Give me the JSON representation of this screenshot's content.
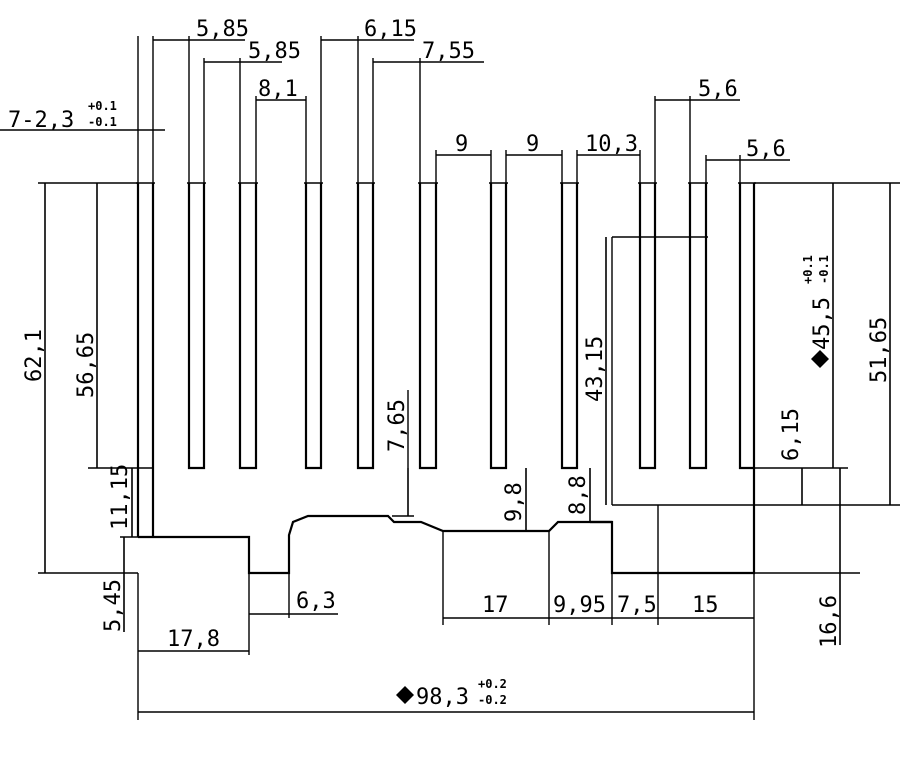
{
  "dimensions": {
    "gap_5_85_a": "5,85",
    "gap_5_85_b": "5,85",
    "gap_6_15": "6,15",
    "gap_8_1": "8,1",
    "gap_7_55": "7,55",
    "fin_thick_main": "7-2,3",
    "fin_thick_tol_upper": "+0.1",
    "fin_thick_tol_lower": "-0.1",
    "gap_9_a": "9",
    "gap_9_b": "9",
    "gap_10_3": "10,3",
    "gap_5_6_a": "5,6",
    "gap_5_6_b": "5,6",
    "height_62_1": "62,1",
    "height_56_65": "56,65",
    "height_51_65": "51,65",
    "height_45_5_main": "45,5",
    "height_45_5_tol_upper": "+0.1",
    "height_45_5_tol_lower": "-0.1",
    "height_43_15": "43,15",
    "height_7_65": "7,65",
    "height_11_15": "11,15",
    "height_9_8": "9,8",
    "height_8_8": "8,8",
    "height_6_15": "6,15",
    "height_5_45": "5,45",
    "height_16_6": "16,6",
    "width_17_8": "17,8",
    "width_6_3": "6,3",
    "width_17": "17",
    "width_9_95": "9,95",
    "width_7_5": "7,5",
    "width_15": "15",
    "total_width_main": "98,3",
    "total_width_tol_upper": "+0.2",
    "total_width_tol_lower": "-0.2"
  }
}
